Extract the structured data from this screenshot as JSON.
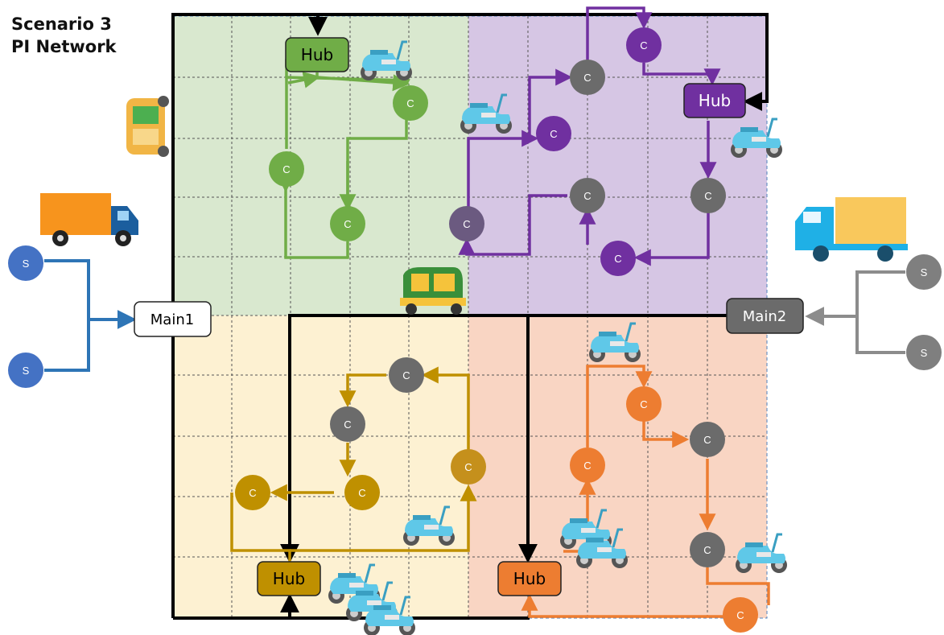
{
  "title": {
    "line1": "Scenario 3",
    "line2": "PI Network"
  },
  "labels": {
    "hub": "Hub",
    "customer": "C",
    "supplier": "S",
    "main1": "Main1",
    "main2": "Main2"
  },
  "colors": {
    "green_zone": "#d9e8cf",
    "purple_zone": "#d6c6e4",
    "yellow_zone": "#fdf1d2",
    "orange_zone": "#f9d5c3",
    "green": "#70ad47",
    "purple": "#7030a0",
    "gold": "#bf9000",
    "orange": "#ed7d31",
    "blue": "#4472c4",
    "gray": "#7f7f7f",
    "dark_gray": "#6b6b6b",
    "black": "#000000"
  },
  "icons": [
    "scooter-icon",
    "tuk-tuk-icon",
    "delivery-truck-icon"
  ]
}
